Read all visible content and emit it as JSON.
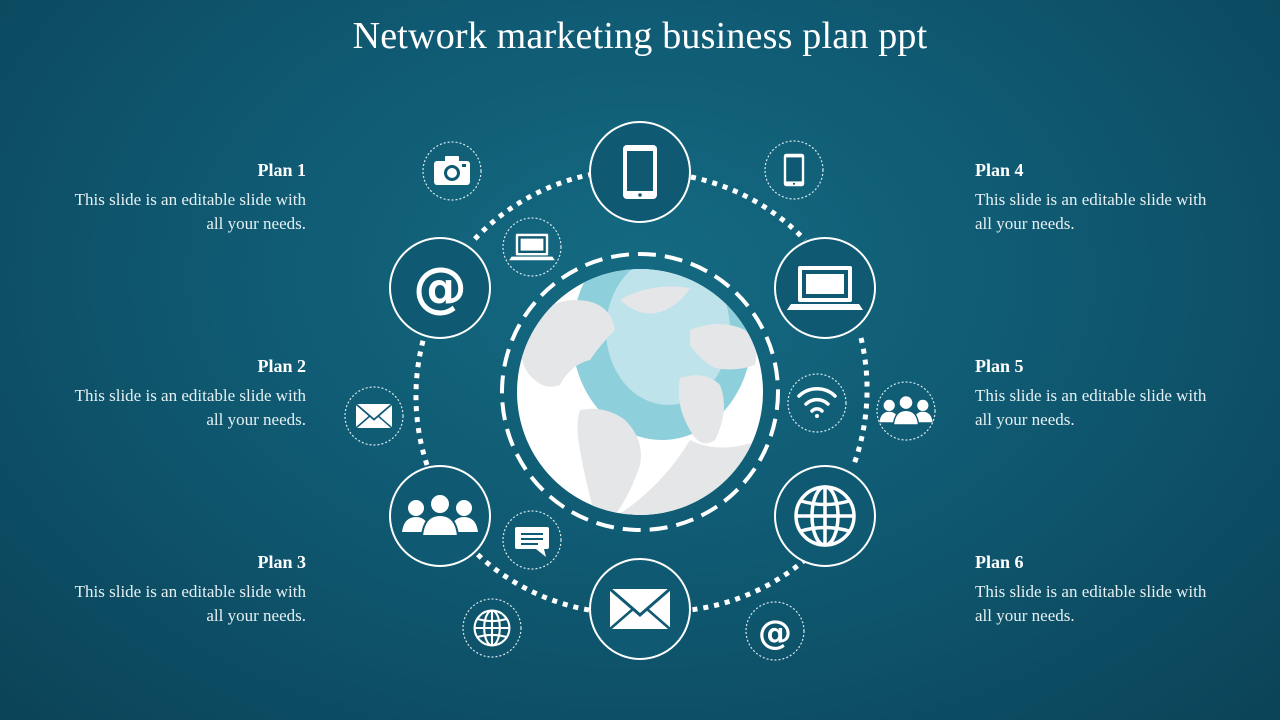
{
  "slide": {
    "title": "Network marketing business plan ppt"
  },
  "plans": [
    {
      "title": "Plan 1",
      "desc_line1": "This slide is an editable slide with",
      "desc_line2": "all your needs."
    },
    {
      "title": "Plan 2",
      "desc_line1": "This slide is an editable slide with",
      "desc_line2": "all your needs."
    },
    {
      "title": "Plan 3",
      "desc_line1": "This slide is an editable slide with",
      "desc_line2": "all your needs."
    },
    {
      "title": "Plan 4",
      "desc_line1": "This slide is an editable slide with",
      "desc_line2": "all your needs."
    },
    {
      "title": "Plan 5",
      "desc_line1": "This slide is an editable slide with",
      "desc_line2": "all your needs."
    },
    {
      "title": "Plan 6",
      "desc_line1": "This slide is an editable slide with",
      "desc_line2": "all your needs."
    }
  ],
  "icons": {
    "ring_large": [
      "smartphone-icon",
      "laptop-icon",
      "globe-icon",
      "envelope-icon",
      "people-group-icon",
      "at-sign-icon"
    ],
    "ring_small": [
      "camera-icon",
      "laptop-icon",
      "envelope-icon",
      "chat-bubble-icon",
      "globe-icon",
      "at-sign-icon",
      "people-group-icon",
      "wifi-icon",
      "smartphone-icon"
    ]
  },
  "colors": {
    "background": "#0f5a72",
    "globe_ocean": "#ffffff",
    "globe_land": "#e4e6e8",
    "globe_highlight": "#8ecfdc"
  }
}
